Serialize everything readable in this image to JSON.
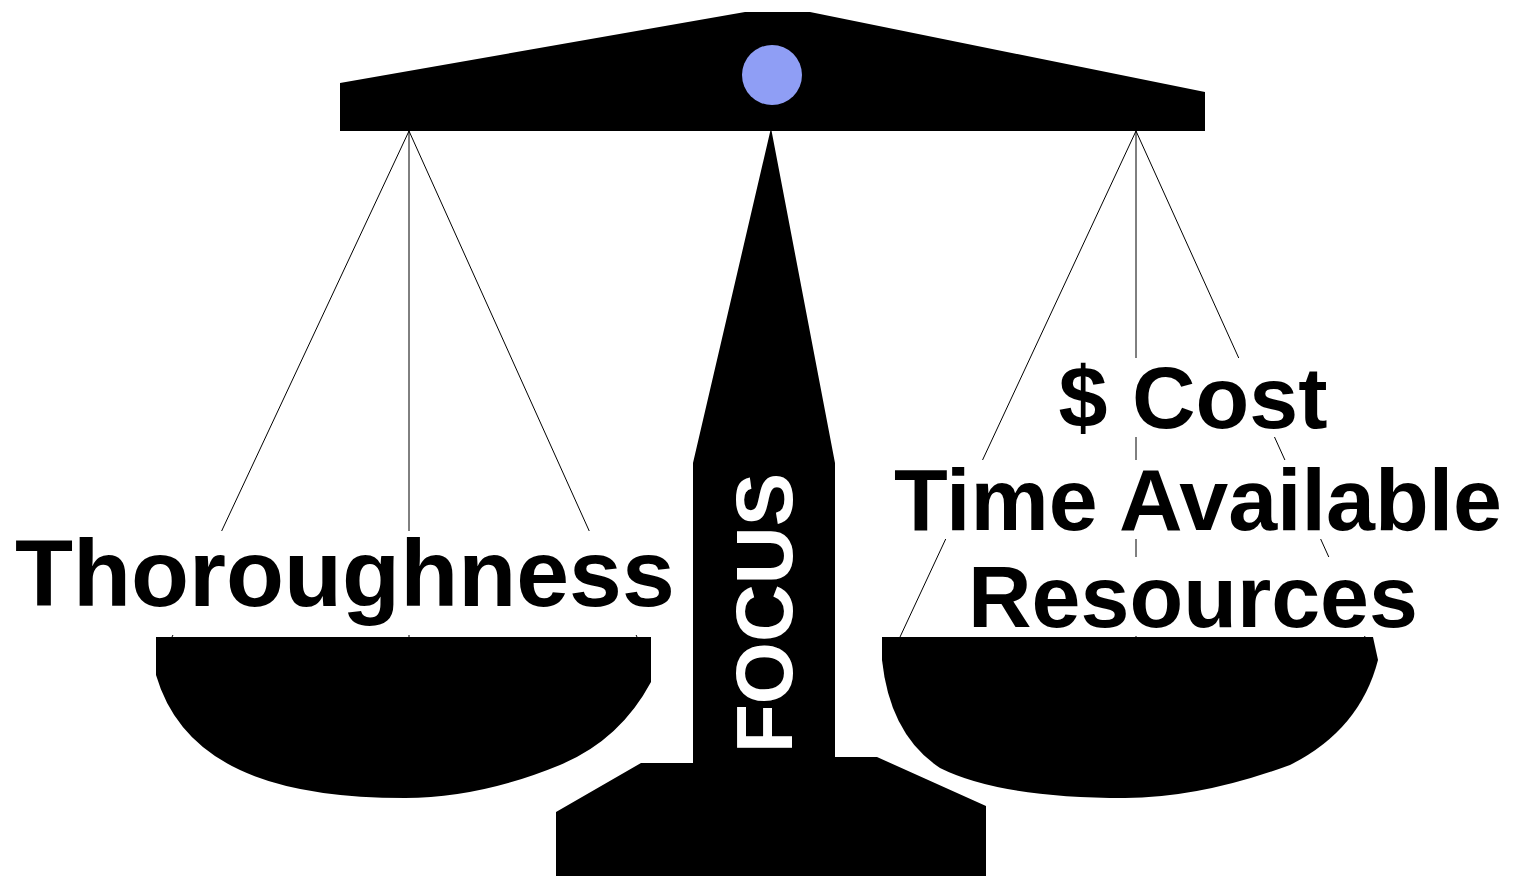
{
  "diagram": {
    "labels": [
      "Thoroughness",
      "FOCUS",
      "$ Cost",
      "Time Available",
      "Resources"
    ]
  }
}
